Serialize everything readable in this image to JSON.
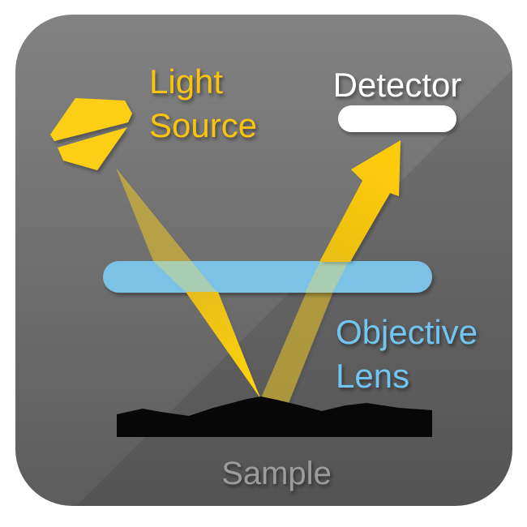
{
  "diagram": {
    "type": "optical-microscopy-light-path-schematic",
    "labels": {
      "light_source_line1": "Light",
      "light_source_line2": "Source",
      "detector": "Detector",
      "objective_lens_line1": "Objective",
      "objective_lens_line2": "Lens",
      "sample": "Sample"
    },
    "colors": {
      "page_background": "#ffffff",
      "card_gradient_top": "#828282",
      "card_gradient_bottom": "#5c5c5c",
      "diagonal_shade": "#000000",
      "diagonal_shade_opacity": "0.095",
      "label_yellow": "#f9c30e",
      "label_blue": "#72c5f0",
      "label_gray": "#9c9c9c",
      "label_white": "#ffffff",
      "beam_bright_yellow": "#ffd30b",
      "beam_translucent_yellow": "#ffd61e",
      "lamp_yellow": "#fccf12",
      "lens_blue": "#7cc2e6",
      "detector_bar_white": "#ffffff",
      "sample_black": "#070707"
    }
  }
}
